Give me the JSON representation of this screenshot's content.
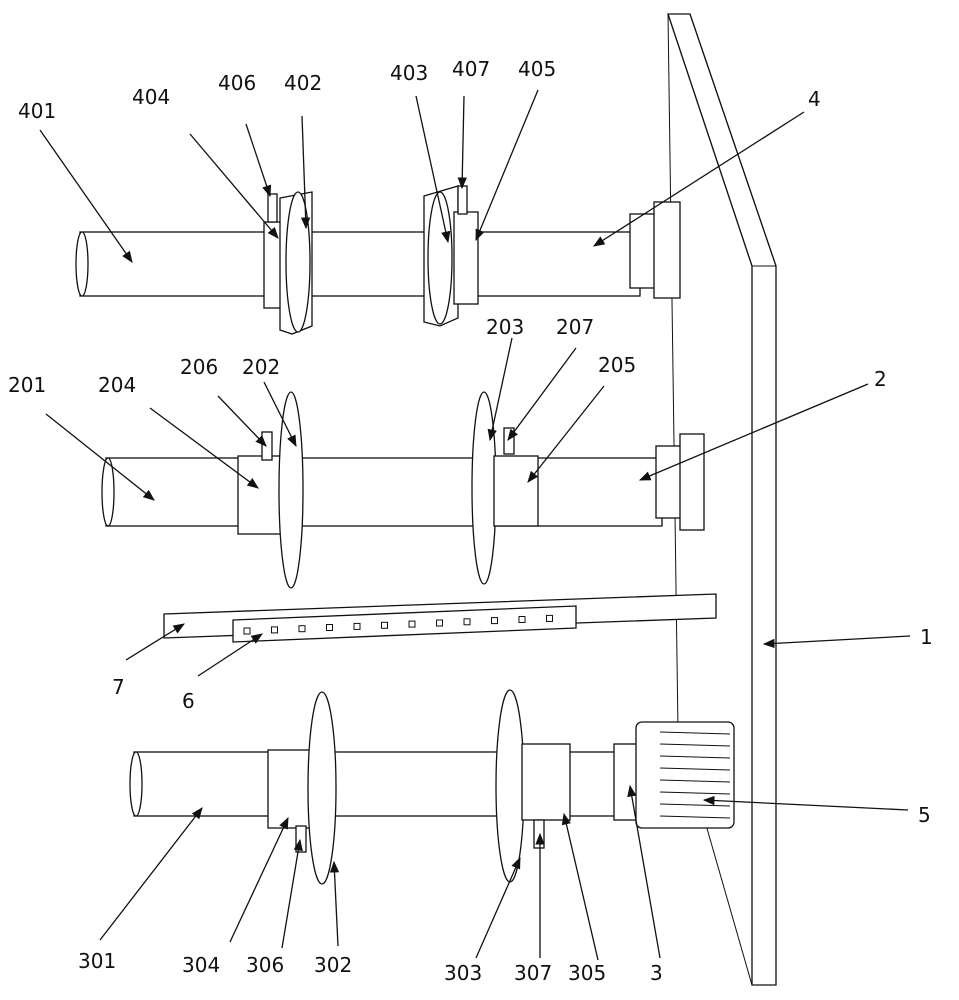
{
  "labels": {
    "l401": "401",
    "l404": "404",
    "l406": "406",
    "l402": "402",
    "l403": "403",
    "l407": "407",
    "l405": "405",
    "l4": "4",
    "l201": "201",
    "l204": "204",
    "l206": "206",
    "l202": "202",
    "l203": "203",
    "l207": "207",
    "l205": "205",
    "l2": "2",
    "l7": "7",
    "l6": "6",
    "l1": "1",
    "l5": "5",
    "l301": "301",
    "l304": "304",
    "l306": "306",
    "l302": "302",
    "l303": "303",
    "l307": "307",
    "l305": "305",
    "l3": "3"
  }
}
